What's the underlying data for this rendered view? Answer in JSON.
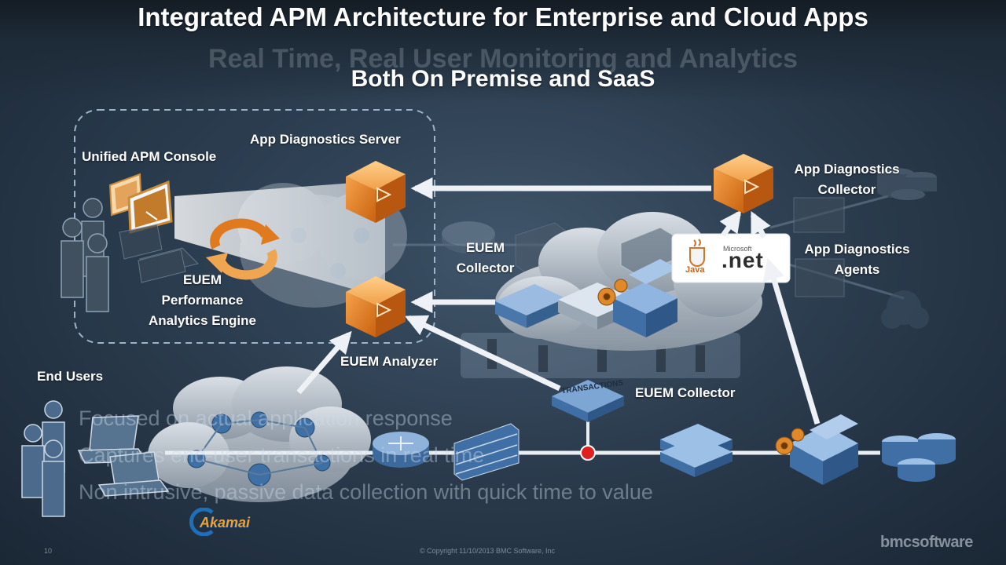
{
  "slide": {
    "title": "Integrated APM Architecture  for Enterprise and Cloud Apps",
    "subtitle_faded": "Real Time, Real User Monitoring and Analytics",
    "subtitle": "Both On Premise and SaaS",
    "bullets_faded": [
      "Focused on actual application response",
      "Captures end-user transactions in real time",
      "Non intrusive, passive data collection with quick time to value"
    ],
    "footer_copyright": "© Copyright 11/10/2013 BMC Software, Inc",
    "page_number": "10",
    "brand": "bmcsoftware"
  },
  "labels": {
    "unified_console": "Unified APM Console",
    "app_diag_server": "App Diagnostics Server",
    "euem_pae": [
      "EUEM",
      "Performance",
      "Analytics Engine"
    ],
    "euem_analyzer": "EUEM Analyzer",
    "euem_collector_mid": [
      "EUEM",
      "Collector"
    ],
    "app_diag_collector": [
      "App Diagnostics",
      "Collector"
    ],
    "app_diag_agents": [
      "App Diagnostics",
      "Agents"
    ],
    "euem_collector_bottom": "EUEM Collector",
    "end_users": "End Users",
    "transactions": "TRANSACTIONS",
    "java": "Java",
    "microsoft": "Microsoft",
    "net": ".net",
    "akamai": "Akamai"
  },
  "colors": {
    "accent_orange": "#e07a1e",
    "connector_white": "#e9eef3",
    "network_red": "#e02020",
    "node_blue": "#4f7fb6"
  }
}
